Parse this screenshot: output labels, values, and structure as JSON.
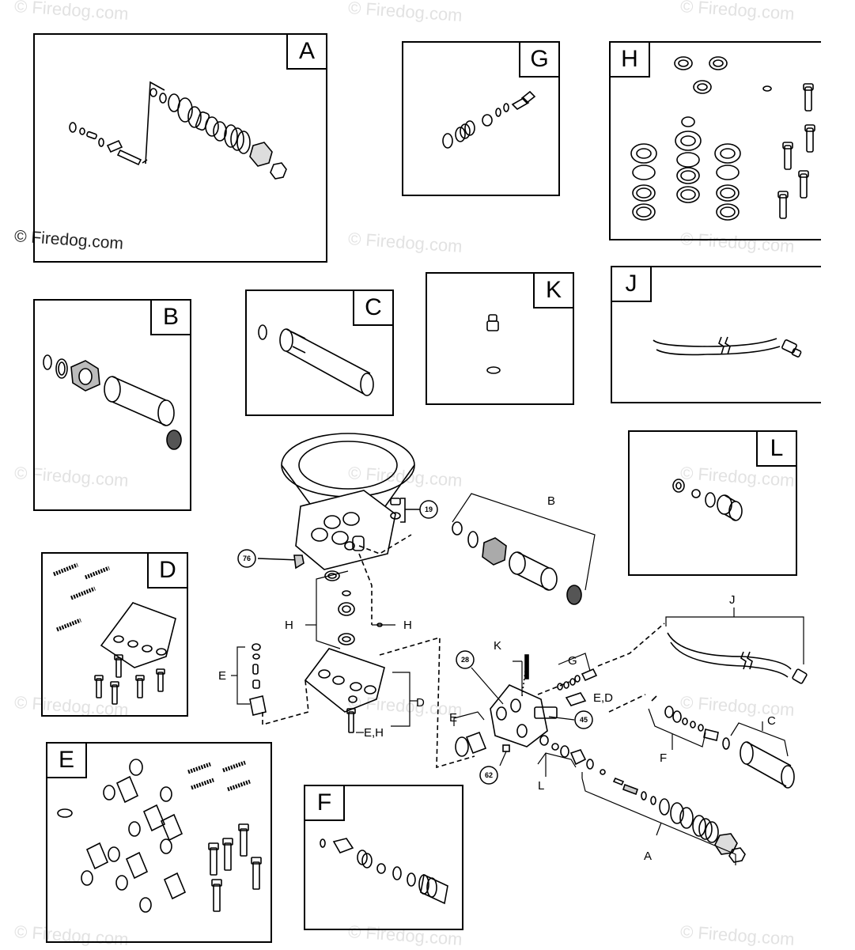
{
  "watermark": {
    "text": "© Firedog.com",
    "strong": "© Firedog.com"
  },
  "boxes": {
    "A": "A",
    "B": "B",
    "C": "C",
    "D": "D",
    "E": "E",
    "F": "F",
    "G": "G",
    "H": "H",
    "J": "J",
    "K": "K",
    "L": "L"
  },
  "callouts": {
    "c19": "19",
    "c76": "76",
    "c28": "28",
    "c45": "45",
    "c62": "62"
  },
  "labels": {
    "B": "B",
    "H1": "H",
    "H2": "H",
    "E1": "E",
    "D": "D",
    "EH": "E,H",
    "K": "K",
    "G": "G",
    "J": "J",
    "ED": "E,D",
    "E2": "E",
    "F": "F",
    "C": "C",
    "L": "L",
    "A": "A"
  }
}
